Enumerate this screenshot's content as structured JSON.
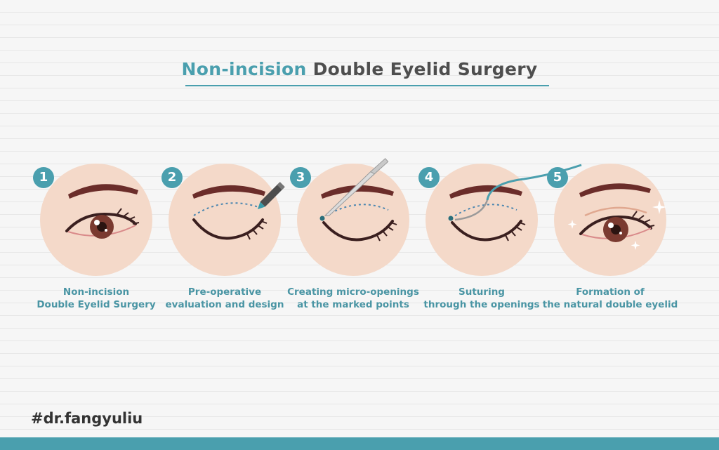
{
  "title": {
    "accent": "Non-incision",
    "rest": "Double Eyelid Surgery"
  },
  "steps": [
    {
      "number": "1",
      "line1": "Non-incision",
      "line2": "Double Eyelid Surgery"
    },
    {
      "number": "2",
      "line1": "Pre-operative",
      "line2": "evaluation and design"
    },
    {
      "number": "3",
      "line1": "Creating micro-openings",
      "line2": "at the marked points"
    },
    {
      "number": "4",
      "line1": "Suturing",
      "line2": "through the openings"
    },
    {
      "number": "5",
      "line1": "Formation of",
      "line2": "the natural double eyelid"
    }
  ],
  "hashtag": "#dr.fangyuliu",
  "colors": {
    "accent": "#4a9fae",
    "skin": "#f4d9c9",
    "brow": "#6b2d2a",
    "iris": "#7a3a30",
    "title_dark": "#4e4e4e"
  }
}
